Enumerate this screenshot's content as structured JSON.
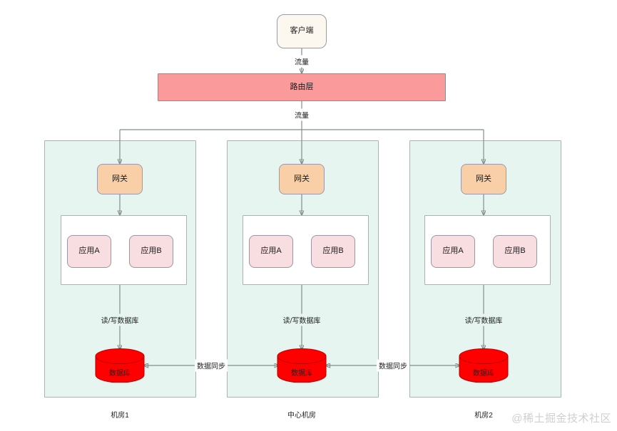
{
  "diagram": {
    "title_text": "",
    "client": {
      "label": "客户端"
    },
    "router": {
      "label": "路由层"
    },
    "flow_labels": {
      "top": "流量",
      "bottom": "流量"
    },
    "datacenters": [
      {
        "caption": "机房1",
        "gateway": "网关",
        "apps": [
          "应用A",
          "应用B"
        ],
        "db": "数据库",
        "db_edge_label": "读/写数据库"
      },
      {
        "caption": "中心机房",
        "gateway": "网关",
        "apps": [
          "应用A",
          "应用B"
        ],
        "db": "数据库",
        "db_edge_label": "读/写数据库"
      },
      {
        "caption": "机房2",
        "gateway": "网关",
        "apps": [
          "应用A",
          "应用B"
        ],
        "db": "数据库",
        "db_edge_label": "读/写数据库"
      }
    ],
    "sync_labels": {
      "left": "数据同步",
      "right": "数据同步"
    },
    "watermark": "@稀土掘金技术社区",
    "colors": {
      "client_fill": "#fdf8ef",
      "router_fill": "#fb9a9a",
      "datacenter_fill": "#e6f5f0",
      "gateway_fill": "#f9cfa8",
      "app_fill": "#f8dde1",
      "db_fill": "#ff0000",
      "edge_stroke": "#808e8c",
      "border": "#9a9aa8",
      "watermark_color": "#cfcfcf"
    }
  }
}
